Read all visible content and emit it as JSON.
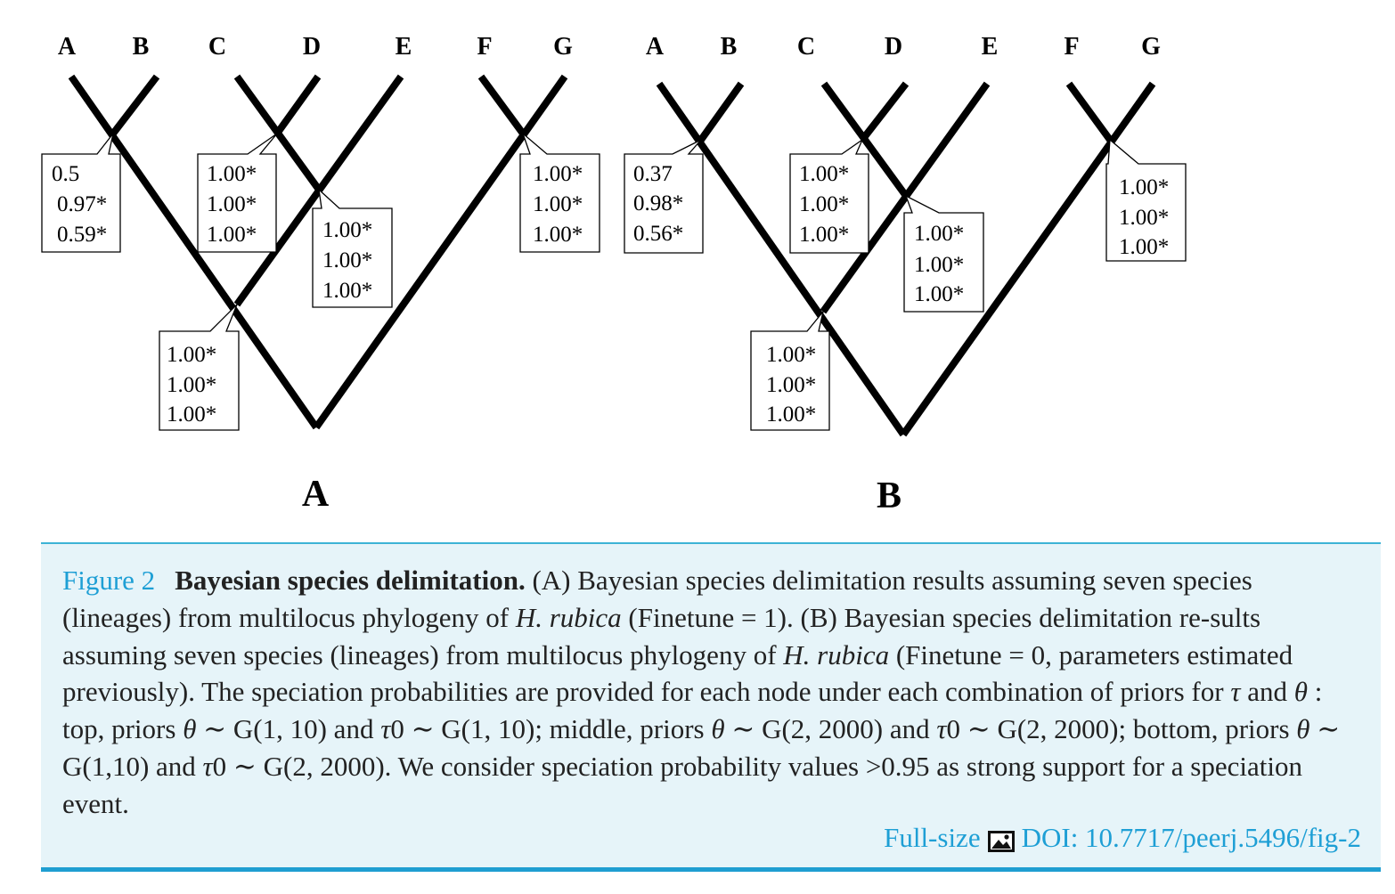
{
  "figure": {
    "panels": [
      {
        "label": "A",
        "tips": [
          "A",
          "B",
          "C",
          "D",
          "E",
          "F",
          "G"
        ],
        "node_support": {
          "AB": [
            "0.5",
            "0.97*",
            "0.59*"
          ],
          "CD": [
            "1.00*",
            "1.00*",
            "1.00*"
          ],
          "CDE": [
            "1.00*",
            "1.00*",
            "1.00*"
          ],
          "ABCDE": [
            "1.00*",
            "1.00*",
            "1.00*"
          ],
          "FG": [
            "1.00*",
            "1.00*",
            "1.00*"
          ]
        }
      },
      {
        "label": "B",
        "tips": [
          "A",
          "B",
          "C",
          "D",
          "E",
          "F",
          "G"
        ],
        "node_support": {
          "AB": [
            "0.37",
            "0.98*",
            "0.56*"
          ],
          "CD": [
            "1.00*",
            "1.00*",
            "1.00*"
          ],
          "CDE": [
            "1.00*",
            "1.00*",
            "1.00*"
          ],
          "ABCDE": [
            "1.00*",
            "1.00*",
            "1.00*"
          ],
          "FG": [
            "1.00*",
            "1.00*",
            "1.00*"
          ]
        }
      }
    ]
  },
  "caption": {
    "figure_number": "Figure 2",
    "title": "Bayesian species delimitation.",
    "text_1": " (A) Bayesian species delimitation results assuming seven species (lineages) from multilocus phylogeny of ",
    "species_1": "H. rubica",
    "text_2": " (Finetune = 1). (B) Bayesian species delimitation re-sults assuming seven species (lineages) from multilocus phylogeny of ",
    "species_2": "H. rubica",
    "text_3": " (Finetune = 0, parameters estimated previously). The speciation probabilities are provided for each node under each combination of priors for ",
    "tau": "τ",
    "text_4": " and ",
    "theta": "θ",
    "text_5": " : top, priors ",
    "theta_2": "θ",
    "text_6": " ∼ G(1, 10) and ",
    "tau_2": "τ",
    "text_7": "0 ∼ G(1, 10); middle, priors ",
    "theta_3": "θ",
    "text_8": " ∼ G(2, 2000) and ",
    "tau_3": "τ",
    "text_9": "0 ∼ G(2, 2000); bottom, priors ",
    "theta_4": "θ",
    "text_10": " ∼ G(1,10) and ",
    "tau_4": "τ",
    "text_11": "0 ∼ G(2, 2000). We consider speciation probability values >0.95 as strong support for a speciation event.",
    "fullsize_label": "Full-size",
    "doi_label": "DOI: 10.7717/peerj.5496/fig-2"
  }
}
